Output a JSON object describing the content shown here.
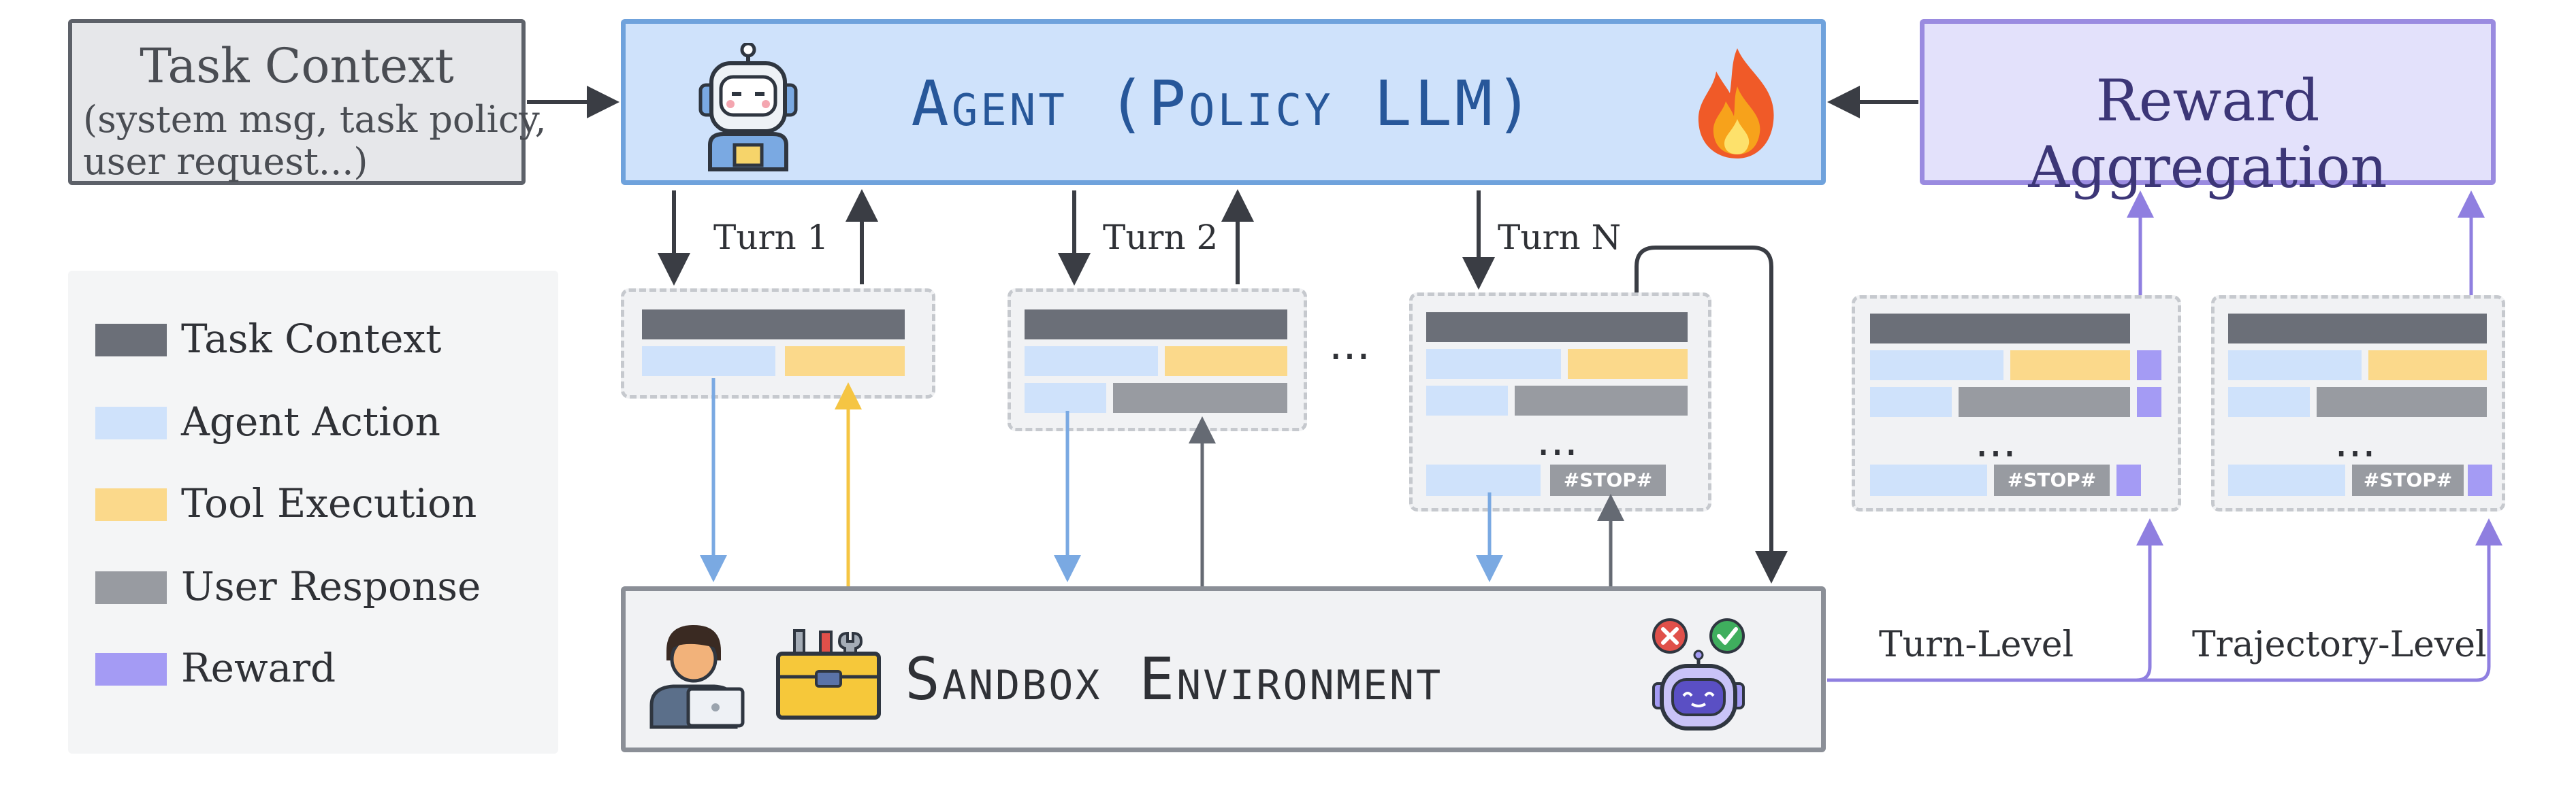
{
  "task_context": {
    "title": "Task Context",
    "line1": "(system msg, task policy,",
    "line2": "user request...)"
  },
  "agent": {
    "title": "Agent (Policy LLM)",
    "icons": [
      "robot-icon",
      "fire-icon"
    ]
  },
  "reward": {
    "title": "Reward Aggregation"
  },
  "legend": {
    "items": [
      {
        "label": "Task Context",
        "color": "#6b6f78"
      },
      {
        "label": "Agent Action",
        "color": "#cfe2fb"
      },
      {
        "label": "Tool Execution",
        "color": "#fbd98b"
      },
      {
        "label": "User Response",
        "color": "#989ba1"
      },
      {
        "label": "Reward",
        "color": "#a49bf4"
      }
    ]
  },
  "turns": [
    "Turn 1",
    "Turn 2",
    "Turn N"
  ],
  "ellipsis": "...",
  "stop_token": "#STOP#",
  "sandbox": {
    "title": "Sandbox Environment",
    "icons": [
      "user-laptop-icon",
      "toolbox-icon",
      "judge-robot-icon"
    ]
  },
  "reward_levels": {
    "turn": "Turn-Level",
    "trajectory": "Trajectory-Level"
  },
  "colors": {
    "action_arrow": "#7aa9e2",
    "tool_arrow": "#f5c543",
    "user_arrow": "#656a73",
    "reward_arrow": "#8f7fe0",
    "dark_arrow": "#3a3d44"
  }
}
